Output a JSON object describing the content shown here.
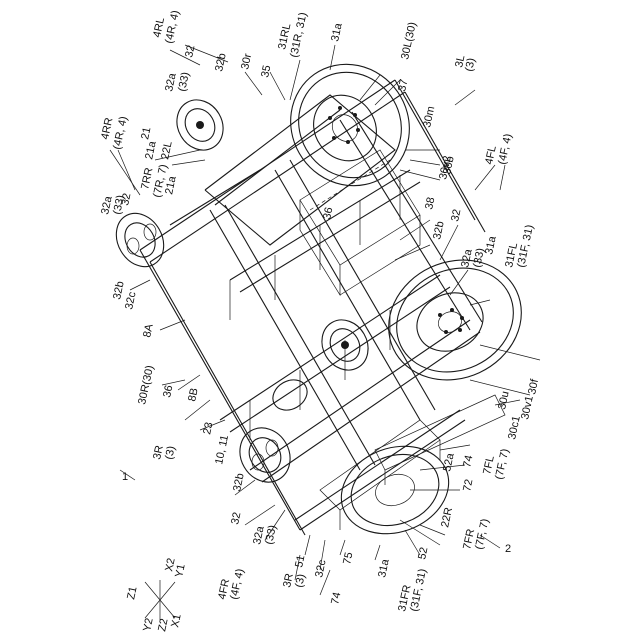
{
  "figure": {
    "labels": [
      {
        "id": "l-4rl",
        "text": "4RL"
      },
      {
        "id": "l-4r4-top",
        "text": "(4R, 4)"
      },
      {
        "id": "l-32-top",
        "text": "32"
      },
      {
        "id": "l-32a-top",
        "text": "32a"
      },
      {
        "id": "l-33-top",
        "text": "(33)"
      },
      {
        "id": "l-32b-top",
        "text": "32b"
      },
      {
        "id": "l-30r",
        "text": "30r"
      },
      {
        "id": "l-35",
        "text": "35"
      },
      {
        "id": "l-31rl",
        "text": "31RL"
      },
      {
        "id": "l-31r31-top",
        "text": "(31R, 31)"
      },
      {
        "id": "l-31a-top",
        "text": "31a"
      },
      {
        "id": "l-30l",
        "text": "30L(30)"
      },
      {
        "id": "l-37",
        "text": "37"
      },
      {
        "id": "l-3l",
        "text": "3L"
      },
      {
        "id": "l-3-right",
        "text": "(3)"
      },
      {
        "id": "l-4rr",
        "text": "4RR"
      },
      {
        "id": "l-4r4-left",
        "text": "(4R, 4)"
      },
      {
        "id": "l-21",
        "text": "21"
      },
      {
        "id": "l-22l",
        "text": "22L"
      },
      {
        "id": "l-7rr",
        "text": "7RR"
      },
      {
        "id": "l-7r7",
        "text": "(7R, 7)"
      },
      {
        "id": "l-21a-1",
        "text": "21a"
      },
      {
        "id": "l-21a-2",
        "text": "21a"
      },
      {
        "id": "l-32-left",
        "text": "32"
      },
      {
        "id": "l-32a-left",
        "text": "32a"
      },
      {
        "id": "l-33-left",
        "text": "(33)"
      },
      {
        "id": "l-30v2",
        "text": "30v2"
      },
      {
        "id": "l-30m",
        "text": "30m"
      },
      {
        "id": "l-30b",
        "text": "30b"
      },
      {
        "id": "l-4fl",
        "text": "4FL"
      },
      {
        "id": "l-4f4-right",
        "text": "(4F, 4)"
      },
      {
        "id": "l-36-center",
        "text": "36"
      },
      {
        "id": "l-38",
        "text": "38"
      },
      {
        "id": "l-32b-mid",
        "text": "32b"
      },
      {
        "id": "l-32-right",
        "text": "32"
      },
      {
        "id": "l-32a-right",
        "text": "32a"
      },
      {
        "id": "l-33-right",
        "text": "(33)"
      },
      {
        "id": "l-31a-right",
        "text": "31a"
      },
      {
        "id": "l-31fl",
        "text": "31FL"
      },
      {
        "id": "l-31f31-right",
        "text": "(31F, 31)"
      },
      {
        "id": "l-32b-left",
        "text": "32b"
      },
      {
        "id": "l-32c-left",
        "text": "32c"
      },
      {
        "id": "l-8a",
        "text": "8A"
      },
      {
        "id": "l-30r30",
        "text": "30R(30)"
      },
      {
        "id": "l-36-left",
        "text": "36"
      },
      {
        "id": "l-8b",
        "text": "8B"
      },
      {
        "id": "l-30f",
        "text": "30f"
      },
      {
        "id": "l-30v1",
        "text": "30v1"
      },
      {
        "id": "l-30u",
        "text": "30u"
      },
      {
        "id": "l-30c1",
        "text": "30c1"
      },
      {
        "id": "l-3r",
        "text": "3R"
      },
      {
        "id": "l-3-left",
        "text": "(3)"
      },
      {
        "id": "l-23",
        "text": "23"
      },
      {
        "id": "l-1011",
        "text": "10, 11"
      },
      {
        "id": "l-1",
        "text": "1"
      },
      {
        "id": "l-52a",
        "text": "52a"
      },
      {
        "id": "l-74-right",
        "text": "74"
      },
      {
        "id": "l-72",
        "text": "72"
      },
      {
        "id": "l-7fl",
        "text": "7FL"
      },
      {
        "id": "l-7f7-right",
        "text": "(7F, 7)"
      },
      {
        "id": "l-32b-bottom",
        "text": "32b"
      },
      {
        "id": "l-32-bottom",
        "text": "32"
      },
      {
        "id": "l-32a-bottom",
        "text": "32a"
      },
      {
        "id": "l-33-bottom",
        "text": "(33)"
      },
      {
        "id": "l-22r",
        "text": "22R"
      },
      {
        "id": "l-7fr",
        "text": "7FR"
      },
      {
        "id": "l-7f7-bottom",
        "text": "(7F, 7)"
      },
      {
        "id": "l-2",
        "text": "2"
      },
      {
        "id": "l-4fr",
        "text": "4FR"
      },
      {
        "id": "l-4f4-bottom",
        "text": "(4F, 4)"
      },
      {
        "id": "l-51",
        "text": "51"
      },
      {
        "id": "l-32c-bottom",
        "text": "32c"
      },
      {
        "id": "l-75",
        "text": "75"
      },
      {
        "id": "l-31a-bottom",
        "text": "31a"
      },
      {
        "id": "l-52",
        "text": "52"
      },
      {
        "id": "l-31fr",
        "text": "31FR"
      },
      {
        "id": "l-31f31-bottom",
        "text": "(31F, 31)"
      },
      {
        "id": "l-3r-bottom",
        "text": "3R"
      },
      {
        "id": "l-3-bottom",
        "text": "(3)"
      },
      {
        "id": "l-74-bottom",
        "text": "74"
      },
      {
        "id": "l-z1",
        "text": "Z1"
      },
      {
        "id": "l-x2",
        "text": "X2"
      },
      {
        "id": "l-y1",
        "text": "Y1"
      },
      {
        "id": "l-y2",
        "text": "Y2"
      },
      {
        "id": "l-x1",
        "text": "X1"
      },
      {
        "id": "l-z2",
        "text": "Z2"
      }
    ]
  }
}
